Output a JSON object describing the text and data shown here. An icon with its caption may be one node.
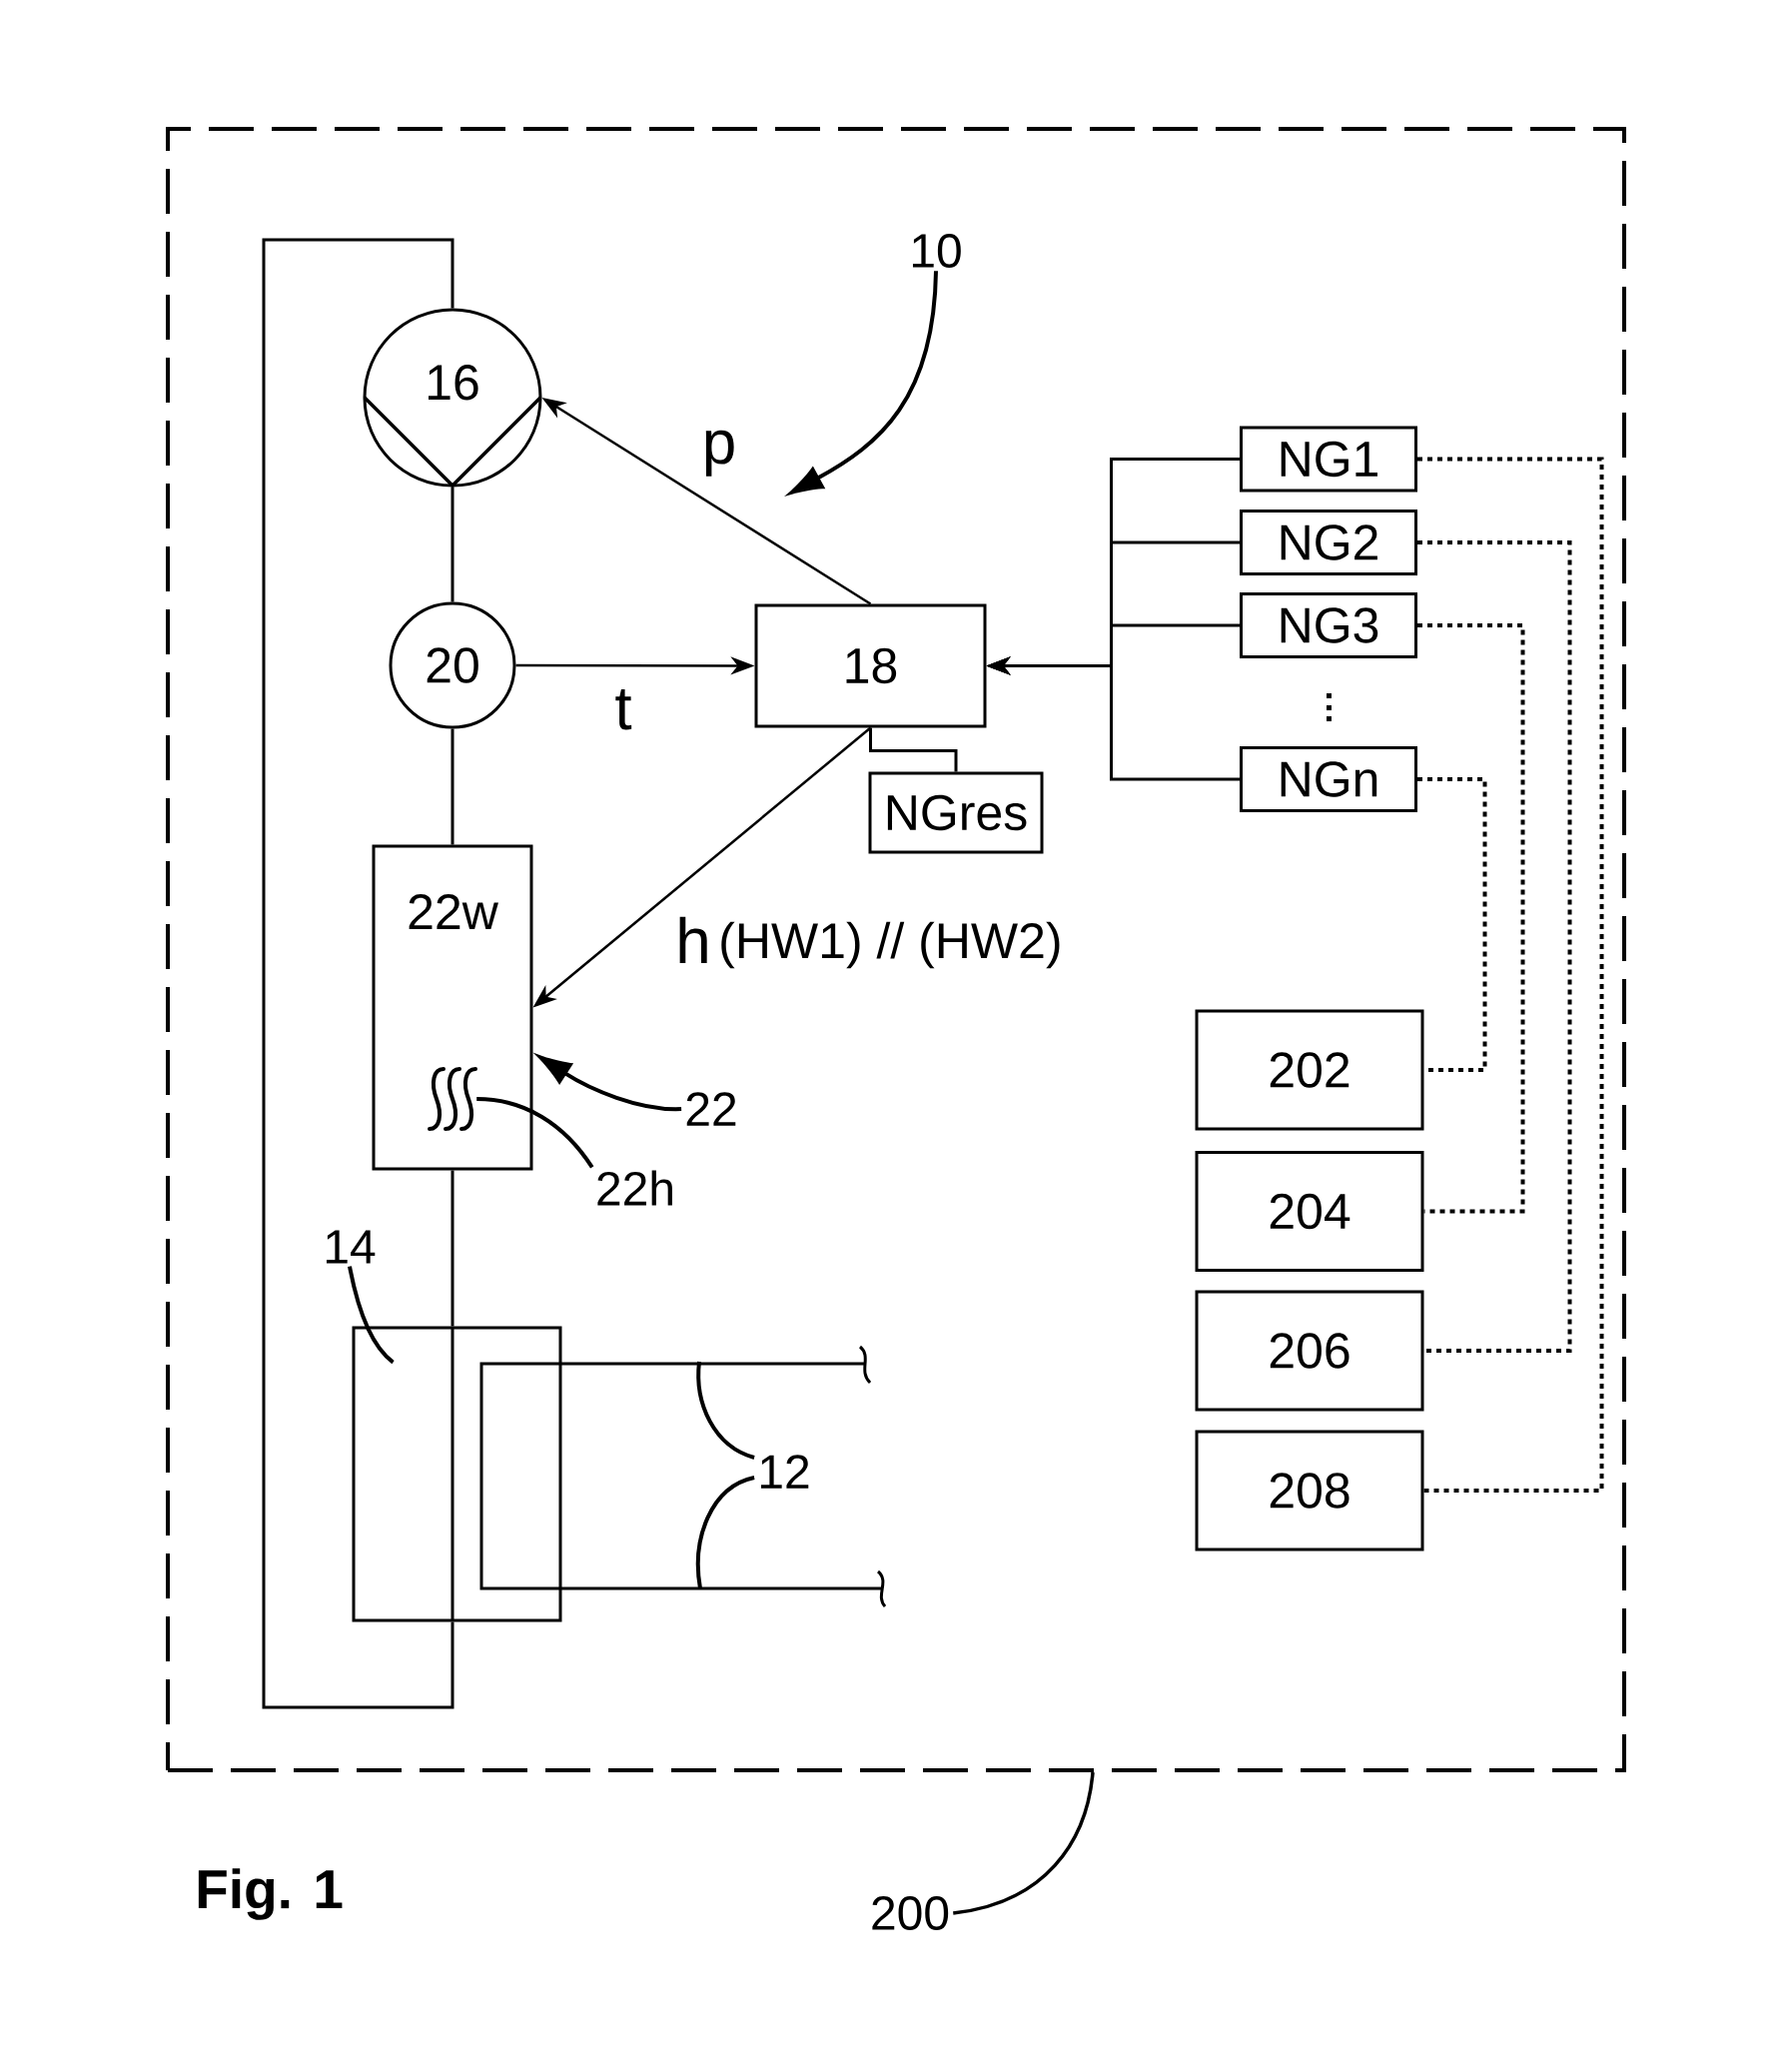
{
  "diagram": {
    "caption": "Fig. 1",
    "nodes": [
      {
        "text": [],
        "shape": "box"
      },
      {
        "text": [
          "10"
        ],
        "in": 0
      },
      {
        "text": [
          "16"
        ],
        "in": 0
      },
      {
        "text": [
          "20"
        ],
        "in": 0
      },
      {
        "text": [
          "18"
        ],
        "in": 0
      },
      {
        "text": [
          "NG1"
        ],
        "in": 0
      },
      {
        "text": [
          "NG2"
        ],
        "in": 0
      },
      {
        "text": [
          "NG3"
        ],
        "in": 0
      },
      {
        "text": [
          "NGn"
        ],
        "in": 0
      },
      {
        "text": [
          "NGres"
        ],
        "in": 0
      },
      {
        "text": [
          "22w"
        ],
        "in": 0
      },
      {
        "text": [],
        "shape": "picture",
        "in": 10
      },
      {
        "text": [
          "22"
        ],
        "in": 0
      },
      {
        "text": [
          "22h"
        ],
        "in": 0
      },
      {
        "text": [
          "14"
        ],
        "in": 0
      },
      {
        "text": [],
        "shape": "box",
        "in": 0
      },
      {
        "text": [
          "12"
        ],
        "in": 0
      },
      {
        "text": [
          "202"
        ],
        "in": 0
      },
      {
        "text": [
          "204"
        ],
        "in": 0
      },
      {
        "text": [
          "206"
        ],
        "in": 0
      },
      {
        "text": [
          "208"
        ],
        "in": 0
      },
      {
        "text": [
          "200"
        ]
      }
    ],
    "edges": [
      {
        "from": 2,
        "to": 3,
        "arrow": "none"
      },
      {
        "from": 3,
        "to": 10,
        "arrow": "none"
      },
      {
        "from": 10,
        "to": 15,
        "arrow": "none"
      },
      {
        "from": 15,
        "to": 2,
        "arrow": "none"
      },
      {
        "from": 4,
        "to": 2,
        "arrow": "to",
        "label": "p"
      },
      {
        "from": 3,
        "to": 4,
        "arrow": "to",
        "label": "t"
      },
      {
        "from": 4,
        "to": 10,
        "arrow": "to",
        "label": "h"
      },
      {
        "from": 4,
        "to": 9,
        "arrow": "none"
      },
      {
        "from": 5,
        "to": 4,
        "arrow": "to"
      },
      {
        "from": 6,
        "to": 4,
        "arrow": "to"
      },
      {
        "from": 7,
        "to": 4,
        "arrow": "to"
      },
      {
        "from": 8,
        "to": 4,
        "arrow": "to"
      },
      {
        "from": 5,
        "to": 20,
        "arrow": "none",
        "style": "dashed"
      },
      {
        "from": 6,
        "to": 19,
        "arrow": "none",
        "style": "dashed"
      },
      {
        "from": 7,
        "to": 18,
        "arrow": "none",
        "style": "dashed"
      },
      {
        "from": 8,
        "to": 17,
        "arrow": "none",
        "style": "dashed"
      },
      {
        "from": 1,
        "to": null,
        "arrow": "to"
      },
      {
        "from": 12,
        "to": 10,
        "arrow": "to"
      },
      {
        "from": 13,
        "to": 11,
        "arrow": "none"
      },
      {
        "from": 14,
        "to": 15,
        "arrow": "none"
      },
      {
        "from": 16,
        "to": null,
        "arrow": "none"
      },
      {
        "from": 16,
        "to": null,
        "arrow": "none"
      },
      {
        "from": 21,
        "to": 0,
        "arrow": "none"
      }
    ],
    "labels": [
      "(HW1) // (HW2)"
    ]
  }
}
